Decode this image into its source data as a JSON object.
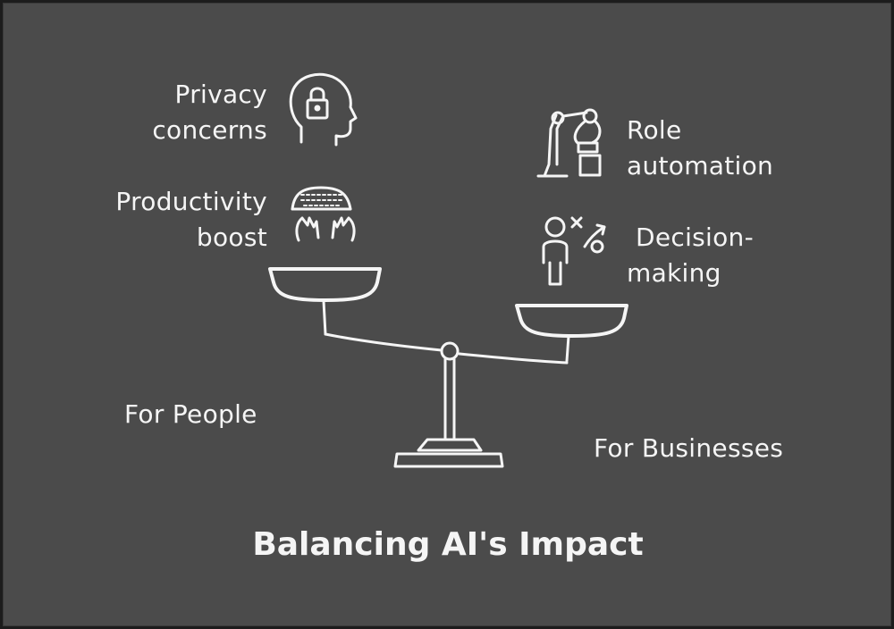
{
  "diagram": {
    "title": "Balancing AI's Impact",
    "left_side": {
      "label": "For People",
      "items": [
        {
          "line1": "Privacy",
          "line2": "concerns",
          "icon": "head-lock-icon"
        },
        {
          "line1": "Productivity",
          "line2": "boost",
          "icon": "keyboard-hands-icon"
        }
      ]
    },
    "right_side": {
      "label": "For Businesses",
      "items": [
        {
          "line1": "Role",
          "line2": "automation",
          "icon": "robot-arm-icon"
        },
        {
          "line1": "Decision-",
          "line2": "making",
          "icon": "person-strategy-icon"
        }
      ]
    },
    "colors": {
      "background": "#4b4b4b",
      "ink": "#f5f5f5",
      "frame": "#1c1c1c"
    }
  }
}
